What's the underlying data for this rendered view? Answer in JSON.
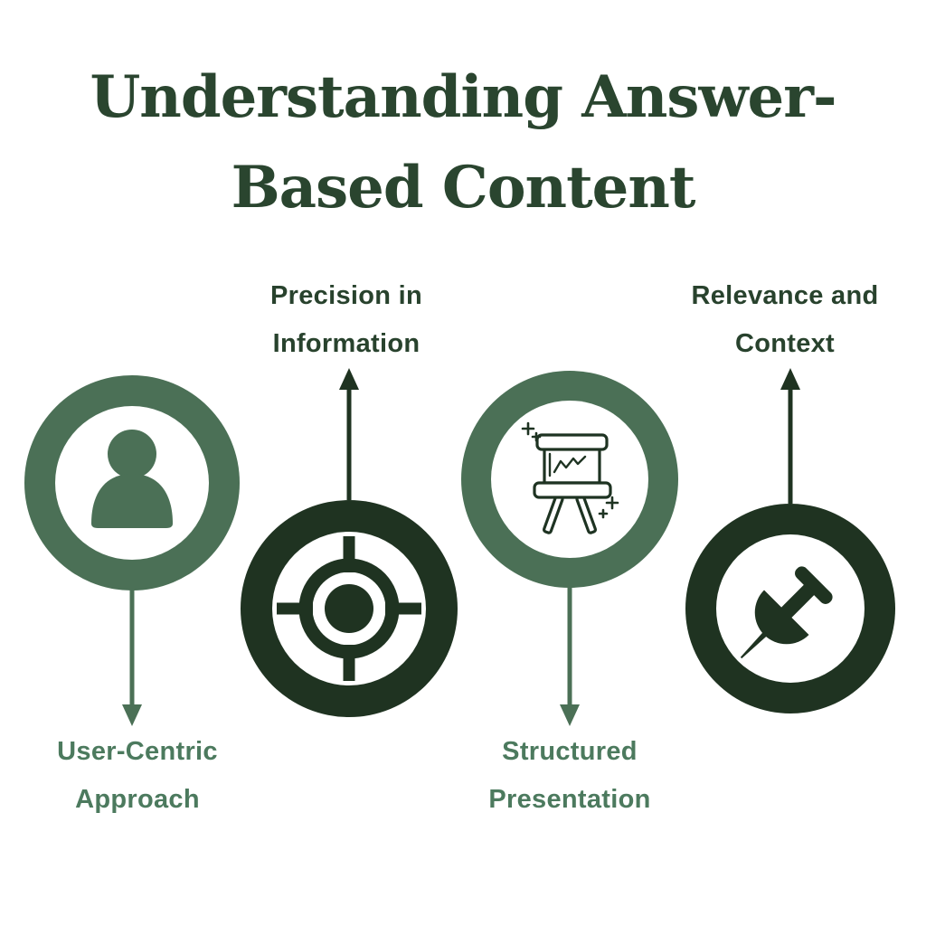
{
  "title": {
    "text": "Understanding Answer-Based Content",
    "line1": "Understanding Answer-",
    "line2": "Based Content"
  },
  "colors": {
    "background": "#FFFFFF",
    "dark_green": "#1F3321",
    "medium_green": "#4B7056",
    "title_green": "#2A452F",
    "light_label_green": "#4C7A5E"
  },
  "items": [
    {
      "id": "user-centric-approach",
      "label_line1": "User-Centric",
      "label_line2": "Approach",
      "icon": "person-icon",
      "circle_style": "medium-green-ring",
      "label_position": "below",
      "arrow_direction": "down"
    },
    {
      "id": "precision-in-information",
      "label_line1": "Precision in",
      "label_line2": "Information",
      "icon": "target-icon",
      "circle_style": "dark-green-ring",
      "label_position": "above",
      "arrow_direction": "up"
    },
    {
      "id": "structured-presentation",
      "label_line1": "Structured",
      "label_line2": "Presentation",
      "icon": "presentation-board-icon",
      "circle_style": "medium-green-ring",
      "label_position": "below",
      "arrow_direction": "down"
    },
    {
      "id": "relevance-and-context",
      "label_line1": "Relevance and",
      "label_line2": "Context",
      "icon": "pushpin-icon",
      "circle_style": "dark-green-ring",
      "label_position": "above",
      "arrow_direction": "up"
    }
  ]
}
